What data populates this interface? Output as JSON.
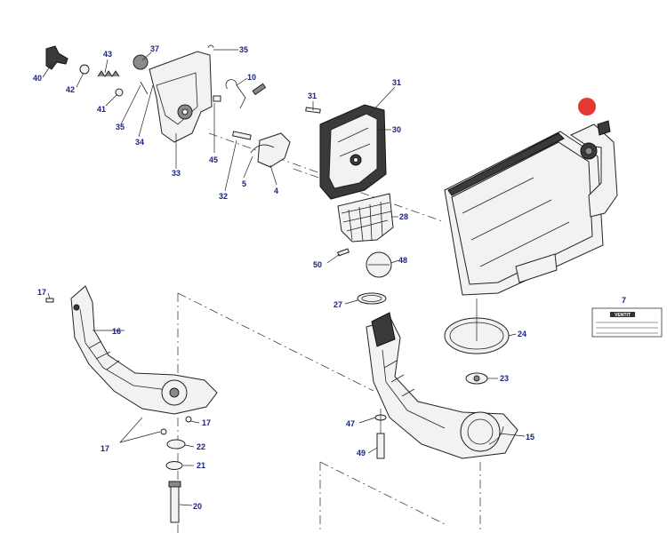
{
  "callouts": {
    "c40": "40",
    "c42": "42",
    "c43": "43",
    "c41": "41",
    "c35a": "35",
    "c37": "37",
    "c35b": "35",
    "c10": "10",
    "c34": "34",
    "c33": "33",
    "c45": "45",
    "c32": "32",
    "c5": "5",
    "c4": "4",
    "c31a": "31",
    "c31b": "31",
    "c30": "30",
    "c28": "28",
    "c50": "50",
    "c48": "48",
    "c27": "27",
    "c7": "7",
    "c24": "24",
    "c23": "23",
    "c17a": "17",
    "c16": "16",
    "c17b": "17",
    "c17c": "17",
    "c22": "22",
    "c21": "21",
    "c20": "20",
    "c47": "47",
    "c49": "49",
    "c15": "15"
  },
  "decal": {
    "brand": "VENTIT"
  },
  "marker_color": "#e53935"
}
